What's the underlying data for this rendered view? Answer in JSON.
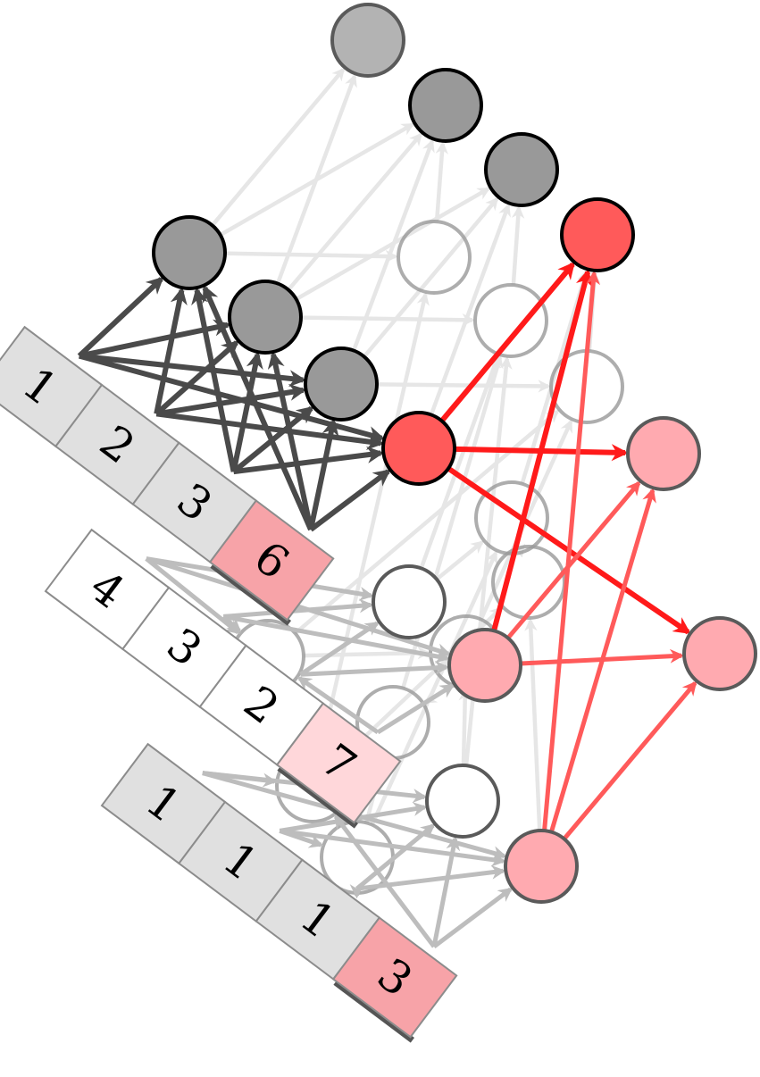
{
  "diagram": {
    "type": "neural-network",
    "colors": {
      "background": "#ffffff",
      "faded_edge": "#e6e6e6",
      "faded_node_stroke": "#999999",
      "light_gray_edge": "#bdbdbd",
      "dark_edge": "#4a4a4a",
      "bright_red_edge": "#ff1a1a",
      "light_red_edge": "#ff5a5a",
      "node_dark": "#999999",
      "node_top": "#b3b3b3",
      "node_red": "#ff5a5a",
      "node_pink": "#ffaab0",
      "node_white": "#ffffff",
      "cell_gray": "#e0e0e0",
      "cell_white": "#ffffff",
      "cell_pink": "#f7a3a8",
      "cell_light_pink": "#ffd7da",
      "cell_border": "#8c8c8c",
      "cell_shadow": "#555555"
    },
    "input_vectors": [
      {
        "name": "input-vector-1",
        "cells": [
          {
            "value": "1",
            "fill": "gray"
          },
          {
            "value": "2",
            "fill": "gray"
          },
          {
            "value": "3",
            "fill": "gray"
          },
          {
            "value": "6",
            "fill": "pink"
          }
        ]
      },
      {
        "name": "input-vector-2",
        "cells": [
          {
            "value": "4",
            "fill": "white"
          },
          {
            "value": "3",
            "fill": "white"
          },
          {
            "value": "2",
            "fill": "white"
          },
          {
            "value": "7",
            "fill": "light_pink"
          }
        ]
      },
      {
        "name": "input-vector-3",
        "cells": [
          {
            "value": "1",
            "fill": "gray"
          },
          {
            "value": "1",
            "fill": "gray"
          },
          {
            "value": "1",
            "fill": "gray"
          },
          {
            "value": "3",
            "fill": "pink"
          }
        ]
      }
    ],
    "nodes": [
      {
        "id": "top1",
        "style": "top"
      },
      {
        "id": "top2",
        "style": "dark"
      },
      {
        "id": "top3",
        "style": "dark"
      },
      {
        "id": "top4",
        "style": "red"
      },
      {
        "id": "l1a",
        "style": "dark"
      },
      {
        "id": "l1b",
        "style": "dark"
      },
      {
        "id": "l1c",
        "style": "dark"
      },
      {
        "id": "l1d",
        "style": "red"
      },
      {
        "id": "g1",
        "style": "ghost"
      },
      {
        "id": "g2",
        "style": "ghost"
      },
      {
        "id": "g3",
        "style": "ghost"
      },
      {
        "id": "g4",
        "style": "ghost"
      },
      {
        "id": "g5",
        "style": "ghost"
      },
      {
        "id": "g6",
        "style": "ghost"
      },
      {
        "id": "g7",
        "style": "ghost"
      },
      {
        "id": "g8",
        "style": "ghost"
      },
      {
        "id": "g9",
        "style": "ghost"
      },
      {
        "id": "g10",
        "style": "ghost"
      },
      {
        "id": "w1",
        "style": "white"
      },
      {
        "id": "p1",
        "style": "pink"
      },
      {
        "id": "w2",
        "style": "white"
      },
      {
        "id": "p2",
        "style": "pink"
      },
      {
        "id": "r2a",
        "style": "pink"
      },
      {
        "id": "r2b",
        "style": "pink"
      }
    ],
    "edge_groups": [
      {
        "name": "faded-edges",
        "style": "faded",
        "edges": [
          [
            "l1a",
            "top1"
          ],
          [
            "l1b",
            "top1"
          ],
          [
            "l1a",
            "top2"
          ],
          [
            "l1b",
            "top2"
          ],
          [
            "l1c",
            "top2"
          ],
          [
            "l1b",
            "top3"
          ],
          [
            "l1c",
            "top3"
          ],
          [
            "l1d",
            "top3"
          ],
          [
            "l1a",
            "g1"
          ],
          [
            "l1b",
            "g2"
          ],
          [
            "l1c",
            "g3"
          ],
          [
            "g1",
            "top2"
          ],
          [
            "g2",
            "top3"
          ],
          [
            "g3",
            "top4"
          ],
          [
            "g4",
            "top4"
          ],
          [
            "g5",
            "g2"
          ],
          [
            "g6",
            "g3"
          ],
          [
            "g7",
            "g4"
          ],
          [
            "w1",
            "g4"
          ],
          [
            "w1",
            "g2"
          ],
          [
            "p1",
            "g5"
          ],
          [
            "w2",
            "g6"
          ],
          [
            "g8",
            "g3"
          ],
          [
            "g9",
            "g1"
          ],
          [
            "g10",
            "g5"
          ],
          [
            "w2",
            "g2"
          ],
          [
            "p2",
            "g7"
          ],
          [
            "g8",
            "g6"
          ],
          [
            "g9",
            "g7"
          ],
          [
            "g10",
            "g4"
          ]
        ]
      },
      {
        "name": "light-gray-edges",
        "style": "light",
        "edges": [
          [
            "v2c0",
            "w1"
          ],
          [
            "v2c1",
            "w1"
          ],
          [
            "v2c2",
            "w1"
          ],
          [
            "v2c0",
            "p1"
          ],
          [
            "v2c1",
            "p1"
          ],
          [
            "v2c2",
            "p1"
          ],
          [
            "v2c3",
            "p1"
          ],
          [
            "v2c0",
            "g8"
          ],
          [
            "v2c1",
            "g8"
          ],
          [
            "v2c3",
            "g8"
          ],
          [
            "v3c0",
            "w2"
          ],
          [
            "v3c1",
            "w2"
          ],
          [
            "v3c2",
            "w2"
          ],
          [
            "v3c0",
            "p2"
          ],
          [
            "v3c1",
            "p2"
          ],
          [
            "v3c2",
            "p2"
          ],
          [
            "v3c3",
            "p2"
          ],
          [
            "v3c0",
            "g9"
          ],
          [
            "v3c1",
            "g10"
          ],
          [
            "v3c3",
            "w2"
          ],
          [
            "v3c2",
            "g10"
          ],
          [
            "v3c3",
            "g9"
          ]
        ]
      },
      {
        "name": "dark-edges",
        "style": "dark",
        "edges": [
          [
            "v1c0",
            "l1a"
          ],
          [
            "v1c1",
            "l1a"
          ],
          [
            "v1c2",
            "l1a"
          ],
          [
            "v1c3",
            "l1a"
          ],
          [
            "v1c0",
            "l1b"
          ],
          [
            "v1c1",
            "l1b"
          ],
          [
            "v1c2",
            "l1b"
          ],
          [
            "v1c3",
            "l1b"
          ],
          [
            "v1c0",
            "l1c"
          ],
          [
            "v1c1",
            "l1c"
          ],
          [
            "v1c2",
            "l1c"
          ],
          [
            "v1c3",
            "l1c"
          ],
          [
            "v1c0",
            "l1d"
          ],
          [
            "v1c1",
            "l1d"
          ],
          [
            "v1c2",
            "l1d"
          ],
          [
            "v1c3",
            "l1d"
          ]
        ]
      },
      {
        "name": "bright-red-edges",
        "style": "red",
        "edges": [
          [
            "l1d",
            "top4"
          ],
          [
            "l1d",
            "r2a"
          ],
          [
            "l1d",
            "r2b"
          ],
          [
            "p1",
            "top4"
          ]
        ]
      },
      {
        "name": "light-red-edges",
        "style": "lightred",
        "edges": [
          [
            "p1",
            "r2a"
          ],
          [
            "p1",
            "r2b"
          ],
          [
            "p2",
            "top4"
          ],
          [
            "p2",
            "r2a"
          ],
          [
            "p2",
            "r2b"
          ]
        ]
      }
    ]
  }
}
